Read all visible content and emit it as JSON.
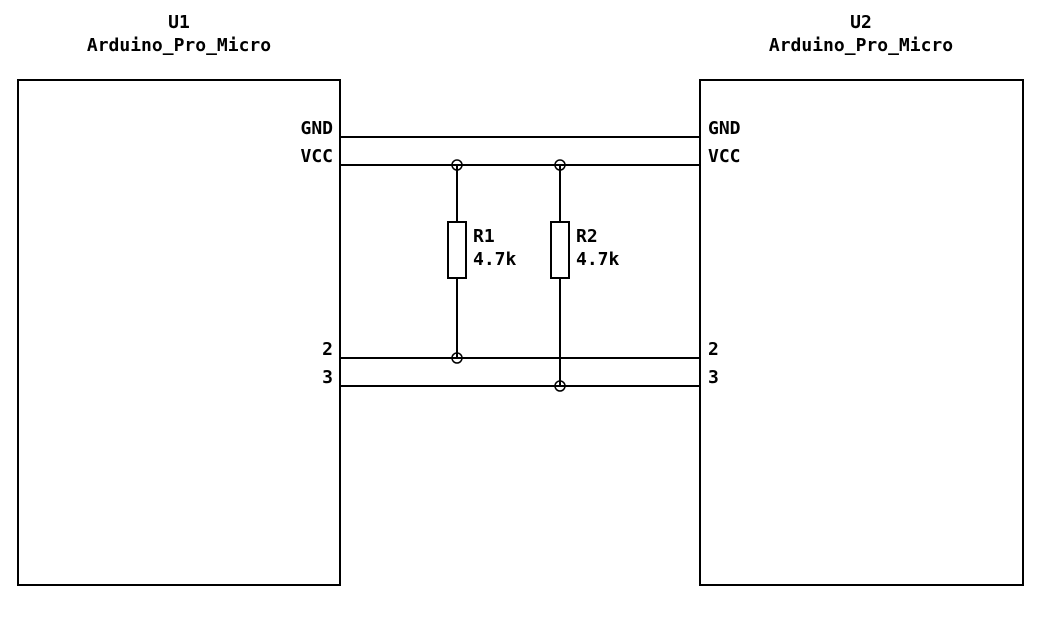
{
  "schematic": {
    "colors": {
      "wire": "#000000",
      "background": "#ffffff"
    },
    "components": [
      {
        "ref": "U1",
        "value": "Arduino_Pro_Micro",
        "pins": [
          {
            "name": "GND"
          },
          {
            "name": "VCC"
          },
          {
            "name": "2"
          },
          {
            "name": "3"
          }
        ]
      },
      {
        "ref": "U2",
        "value": "Arduino_Pro_Micro",
        "pins": [
          {
            "name": "GND"
          },
          {
            "name": "VCC"
          },
          {
            "name": "2"
          },
          {
            "name": "3"
          }
        ]
      }
    ],
    "resistors": [
      {
        "ref": "R1",
        "value": "4.7k"
      },
      {
        "ref": "R2",
        "value": "4.7k"
      }
    ]
  }
}
